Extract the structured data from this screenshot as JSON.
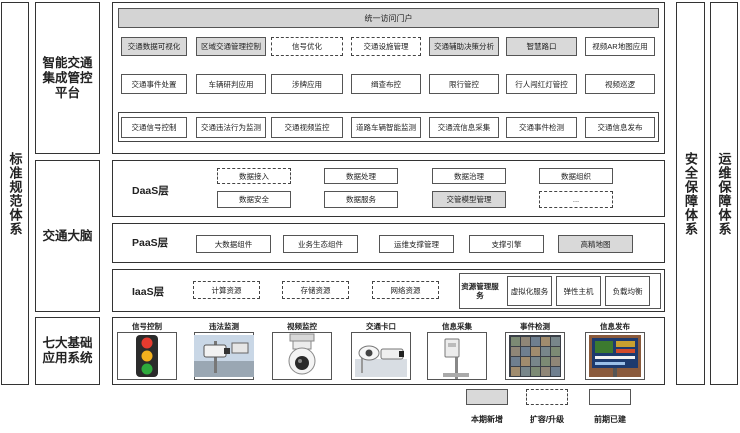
{
  "side_left": "标准规范体系",
  "side_right1": "安全保障体系",
  "side_right2": "运维保障体系",
  "row_labels": {
    "platform": "智能交通集成管控平台",
    "brain": "交通大脑",
    "systems": "七大基础应用系统"
  },
  "portal": "统一访问门户",
  "platform_rows": [
    [
      {
        "t": "交通数据可视化",
        "s": "new"
      },
      {
        "t": "区域交通管理控制",
        "s": "new"
      },
      {
        "t": "信号优化",
        "s": "dash"
      },
      {
        "t": "交通设施管理",
        "s": "dash"
      },
      {
        "t": "交通辅助决策分析",
        "s": "new"
      },
      {
        "t": "智慧路口",
        "s": "new"
      },
      {
        "t": "视频AR地图应用",
        "s": "plain"
      }
    ],
    [
      {
        "t": "交通事件处置",
        "s": "plain"
      },
      {
        "t": "车辆研判应用",
        "s": "plain"
      },
      {
        "t": "涉牌应用",
        "s": "plain"
      },
      {
        "t": "缉查布控",
        "s": "plain"
      },
      {
        "t": "限行管控",
        "s": "plain"
      },
      {
        "t": "行人闯红灯管控",
        "s": "plain"
      },
      {
        "t": "视频巡逻",
        "s": "plain"
      }
    ],
    [
      {
        "t": "交通信号控制",
        "s": "plain"
      },
      {
        "t": "交通违法行为监测",
        "s": "plain"
      },
      {
        "t": "交通视频监控",
        "s": "plain"
      },
      {
        "t": "道路车辆智能监测",
        "s": "plain"
      },
      {
        "t": "交通流信息采集",
        "s": "plain"
      },
      {
        "t": "交通事件检测",
        "s": "plain"
      },
      {
        "t": "交通信息发布",
        "s": "plain"
      }
    ]
  ],
  "daas": {
    "label": "DaaS层",
    "row1": [
      {
        "t": "数据接入",
        "s": "dash"
      },
      {
        "t": "数据处理",
        "s": "plain"
      },
      {
        "t": "数据治理",
        "s": "plain"
      },
      {
        "t": "数据组织",
        "s": "plain"
      }
    ],
    "row2": [
      {
        "t": "数据安全",
        "s": "plain"
      },
      {
        "t": "数据服务",
        "s": "plain"
      },
      {
        "t": "交管模型管理",
        "s": "new"
      },
      {
        "t": "...",
        "s": "dash"
      }
    ]
  },
  "paas": {
    "label": "PaaS层",
    "items": [
      {
        "t": "大数据组件",
        "s": "plain"
      },
      {
        "t": "业务生态组件",
        "s": "plain"
      },
      {
        "t": "运维支撑管理",
        "s": "plain"
      },
      {
        "t": "支撑引擎",
        "s": "plain"
      },
      {
        "t": "高精地图",
        "s": "new"
      }
    ]
  },
  "iaas": {
    "label": "IaaS层",
    "items": [
      {
        "t": "计算资源",
        "s": "dash"
      },
      {
        "t": "存储资源",
        "s": "dash"
      },
      {
        "t": "网络资源",
        "s": "dash"
      }
    ],
    "resource_mgmt": "资源管理服务",
    "virtual": "虚拟化服务",
    "elastic": "弹性主机",
    "lb": "负载均衡"
  },
  "apps": [
    {
      "label": "信号控制",
      "icon": "traffic-light-icon"
    },
    {
      "label": "违法监测",
      "icon": "enforcement-camera-icon"
    },
    {
      "label": "视频监控",
      "icon": "dome-camera-icon"
    },
    {
      "label": "交通卡口",
      "icon": "checkpoint-camera-icon"
    },
    {
      "label": "信息采集",
      "icon": "detector-pole-icon"
    },
    {
      "label": "事件检测",
      "icon": "video-wall-icon"
    },
    {
      "label": "信息发布",
      "icon": "message-sign-icon"
    }
  ],
  "legend": [
    {
      "label": "本期新增",
      "s": "new"
    },
    {
      "label": "扩容/升级",
      "s": "dash"
    },
    {
      "label": "前期已建",
      "s": "plain"
    }
  ]
}
